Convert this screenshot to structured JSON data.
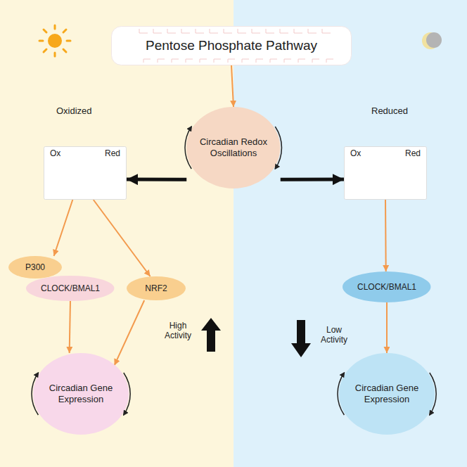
{
  "diagram": {
    "nodes": [
      {
        "text": [
          "Pentose Phosphate Pathway"
        ]
      },
      {
        "text": [
          "Circadian Redox Oscillations"
        ]
      },
      {
        "text": [
          "Ox",
          "Red"
        ]
      },
      {
        "text": [
          "Ox",
          "Red"
        ]
      },
      {
        "text": [
          "P300"
        ]
      },
      {
        "text": [
          "CLOCK/BMAL1"
        ]
      },
      {
        "text": [
          "NRF2"
        ]
      },
      {
        "text": [
          "CLOCK/BMAL1"
        ]
      },
      {
        "text": [
          "Circadian Gene Expression"
        ]
      },
      {
        "text": [
          "Circadian Gene Expression"
        ]
      }
    ],
    "edges": [
      {
        "from": 0,
        "to": 1,
        "arrow": "to"
      },
      {
        "from": 1,
        "to": 2,
        "arrow": "to"
      },
      {
        "from": 1,
        "to": 3,
        "arrow": "to"
      },
      {
        "from": 2,
        "to": 4,
        "arrow": "to"
      },
      {
        "from": 2,
        "to": 6,
        "arrow": "to"
      },
      {
        "from": 3,
        "to": 7,
        "arrow": "to"
      },
      {
        "from": 5,
        "to": 8,
        "arrow": "to"
      },
      {
        "from": 6,
        "to": 8,
        "arrow": "to"
      },
      {
        "from": 7,
        "to": 9,
        "arrow": "to"
      }
    ],
    "labels": [
      "Oxidized",
      "Reduced",
      "High Activity",
      "Low Activity"
    ]
  }
}
